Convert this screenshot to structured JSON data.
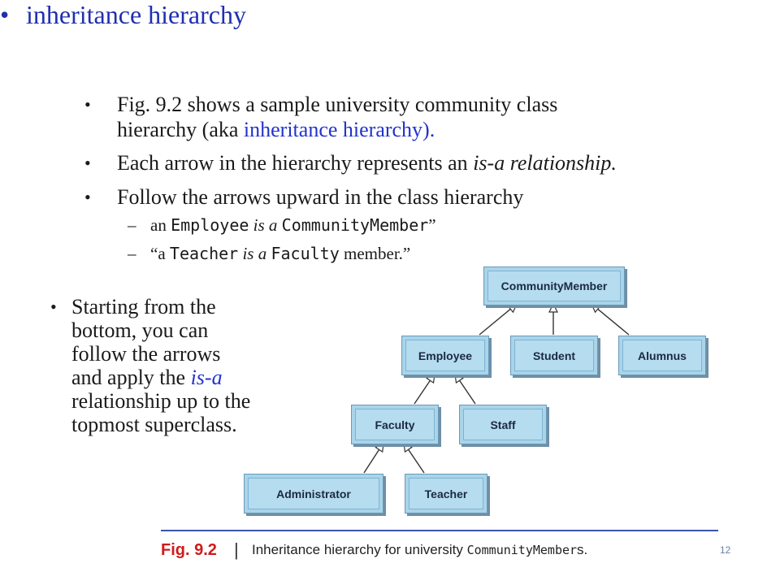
{
  "heading": "inheritance hierarchy",
  "bullets": {
    "b1_pre": "Fig. 9.2 shows a sample university community class",
    "b1_line2": "hierarchy (aka",
    "b1_blue": "inheritance hierarchy).",
    "b2_pre": "Each arrow in the hierarchy represents an",
    "b2_it": "is-a relationship.",
    "b3": "Follow the arrows upward in the class hierarchy"
  },
  "sub": {
    "s1_a": "an",
    "s1_code1": "Employee",
    "s1_is": "is a",
    "s1_code2": "CommunityMember",
    "s1_end": "”",
    "s2_a": "“a",
    "s2_code1": "Teacher",
    "s2_is": "is a",
    "s2_code2": "Faculty",
    "s2_end": "member.”"
  },
  "side": {
    "pre": "Starting from the bottom, you can follow the arrows and apply the",
    "blue": "is-a",
    "post": "relationship up to the topmost superclass."
  },
  "diagram": {
    "community": "CommunityMember",
    "employee": "Employee",
    "student": "Student",
    "alumnus": "Alumnus",
    "faculty": "Faculty",
    "staff": "Staff",
    "administrator": "Administrator",
    "teacher": "Teacher"
  },
  "caption": {
    "fig": "Fig. 9.2",
    "bar": "|",
    "text": "Inheritance hierarchy for university",
    "code": "CommunityMember",
    "suffix": "s."
  },
  "page_number": "12"
}
